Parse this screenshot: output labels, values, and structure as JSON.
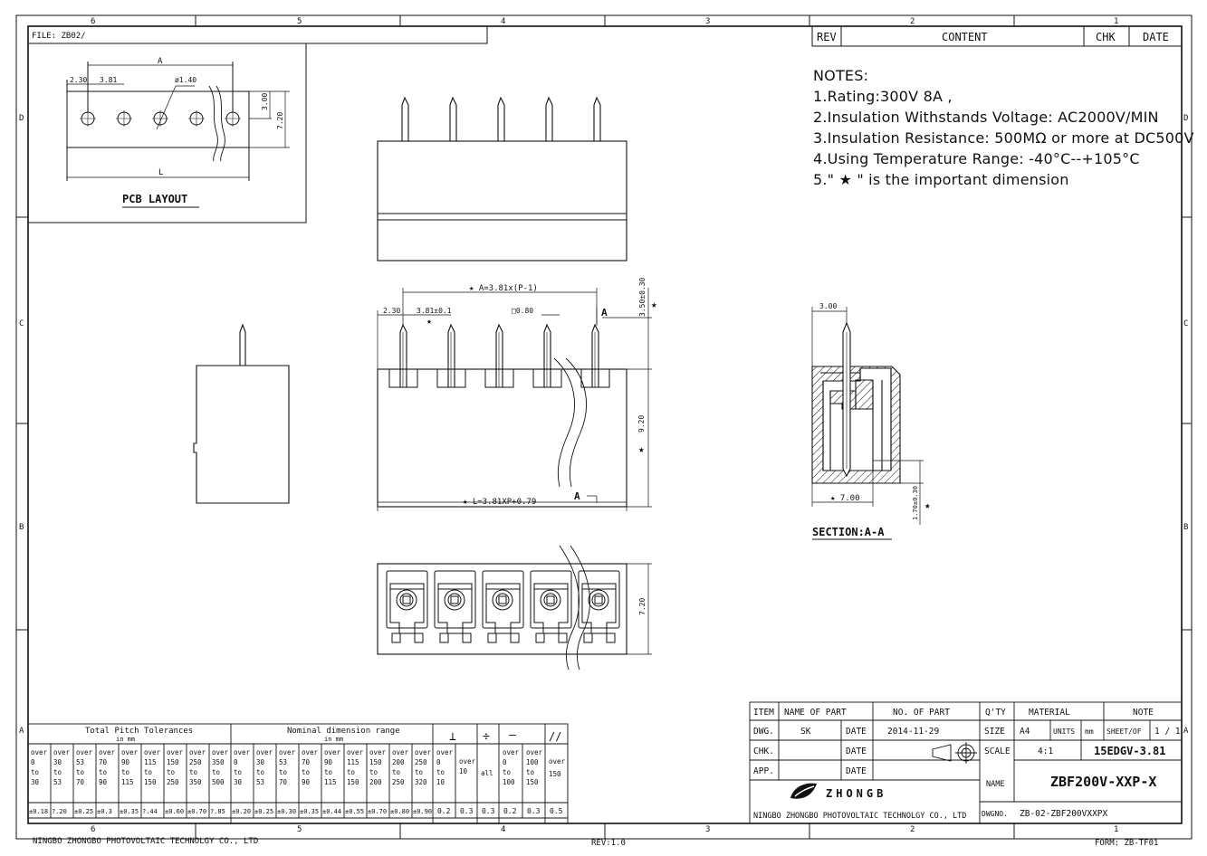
{
  "frame": {
    "zone_cols_top": [
      "6",
      "5",
      "4",
      "3",
      "2",
      "1"
    ],
    "zone_cols_bottom": [
      "6",
      "5",
      "4",
      "3",
      "2",
      "1"
    ],
    "zone_rows_left": [
      "D",
      "C",
      "B",
      "A"
    ],
    "zone_rows_right": [
      "D",
      "C",
      "B",
      "A"
    ],
    "file": "FILE: ZB02/"
  },
  "revision_block": {
    "rev": "REV",
    "content": "CONTENT",
    "chk": "CHK",
    "date": "DATE"
  },
  "notes": {
    "title": "NOTES:",
    "items": [
      "1.Rating:300V 8A ,",
      "2.Insulation Withstands Voltage:  AC2000V/MIN",
      "3.Insulation Resistance:  500MΩ or more at DC500V",
      "4.Using Temperature Range:   -40°C--+105°C",
      "5.\" ★ \"  is the important dimension"
    ]
  },
  "pcb_layout": {
    "title": "PCB  LAYOUT",
    "dim_a": "A",
    "dim_230": "2.30",
    "dim_381": "3.81",
    "dim_hole": "ø1.40",
    "dim_300": "3.00",
    "dim_720": "7.20",
    "dim_l": "L"
  },
  "front_view": {
    "dim_a": "★ A=3.81x(P-1)",
    "dim_230": "2.30",
    "dim_381": "3.81±0.1",
    "dim_sq": "□0.80",
    "dim_350": "3.50±0.30",
    "dim_920": "9.20",
    "dim_l": "★ L=3.81XP+0.79",
    "section_mark": "A",
    "star": "★"
  },
  "bottom_view": {
    "dim_720": "7.20"
  },
  "section": {
    "title": "SECTION:A-A",
    "dim_300": "3.00",
    "dim_700": "★ 7.00",
    "dim_170": "1.70±0.30",
    "star": "★"
  },
  "tolerance_table": {
    "pitch_title": "Total Pitch Tolerances",
    "pitch_unit": "in mm",
    "nominal_title": "Nominal dimension range",
    "nominal_unit": "in mm",
    "symbols": [
      "⊥",
      "÷",
      "—",
      "//"
    ],
    "pitch_ranges": [
      [
        "over",
        "0",
        "to",
        "30"
      ],
      [
        "over",
        "30",
        "to",
        "53"
      ],
      [
        "over",
        "53",
        "to",
        "70"
      ],
      [
        "over",
        "70",
        "to",
        "90"
      ],
      [
        "over",
        "90",
        "to",
        "115"
      ],
      [
        "over",
        "115",
        "to",
        "150"
      ],
      [
        "over",
        "150",
        "to",
        "250"
      ],
      [
        "over",
        "250",
        "to",
        "350"
      ],
      [
        "over",
        "350",
        "to",
        "500"
      ]
    ],
    "pitch_values": [
      "±0.18",
      "?.20",
      "±0.25",
      "±0.3",
      "±0.35",
      "?.44",
      "±0.60",
      "±0.70",
      "?.85"
    ],
    "nominal_ranges": [
      [
        "over",
        "0",
        "to",
        "30"
      ],
      [
        "over",
        "30",
        "to",
        "53"
      ],
      [
        "over",
        "53",
        "to",
        "70"
      ],
      [
        "over",
        "70",
        "to",
        "90"
      ],
      [
        "over",
        "90",
        "to",
        "115"
      ],
      [
        "over",
        "115",
        "to",
        "150"
      ],
      [
        "over",
        "150",
        "to",
        "200"
      ],
      [
        "over",
        "200",
        "to",
        "250"
      ],
      [
        "over",
        "250",
        "to",
        "320"
      ]
    ],
    "nominal_values": [
      "±0.20",
      "±0.25",
      "±0.30",
      "±0.35",
      "±0.44",
      "±0.55",
      "±0.70",
      "±0.80",
      "±0.90"
    ],
    "geo_ranges": [
      [
        "over",
        "0",
        "to",
        "10"
      ],
      [
        "over",
        "10"
      ],
      [
        "all"
      ],
      [
        "over",
        "0",
        "to",
        "100"
      ],
      [
        "over",
        "100",
        "to",
        "150"
      ],
      [
        "over",
        "150"
      ]
    ],
    "geo_values": [
      "0.2",
      "0.3",
      "0.3",
      "0.2",
      "0.3",
      "0.5"
    ]
  },
  "title_block": {
    "item": "ITEM",
    "name_of_part": "NAME OF PART",
    "no_of_part": "NO. OF PART",
    "qty": "Q'TY",
    "material": "MATERIAL",
    "note": "NOTE",
    "dwg": "DWG.",
    "dwg_by": "SK",
    "date_label": "DATE",
    "dwg_date": "2014-11-29",
    "size_label": "SIZE",
    "size": "A4",
    "units_label": "UNITS",
    "units": "mm",
    "sheet_label": "SHEET/OF",
    "sheet": "1 / 1",
    "chk": "CHK.",
    "scale_label": "SCALE",
    "scale": "4:1",
    "part_code": "15EDGV-3.81",
    "app": "APP.",
    "name_label": "NAME",
    "name": "ZBF200V-XXP-X",
    "logo_text": "ZHONGB",
    "company": "NINGBO ZHONGBO PHOTOVOLTAIC TECHNOLGY CO., LTD",
    "dwgno_label": "DWGNO.",
    "dwgno": "ZB-02-ZBF200VXXPX"
  },
  "footer": {
    "company": "NINGBO ZHONGBO PHOTOVOLTAIC TECHNOLGY CO., LTD",
    "rev": "REV:1.0",
    "form": "FORM: ZB-TF01"
  }
}
